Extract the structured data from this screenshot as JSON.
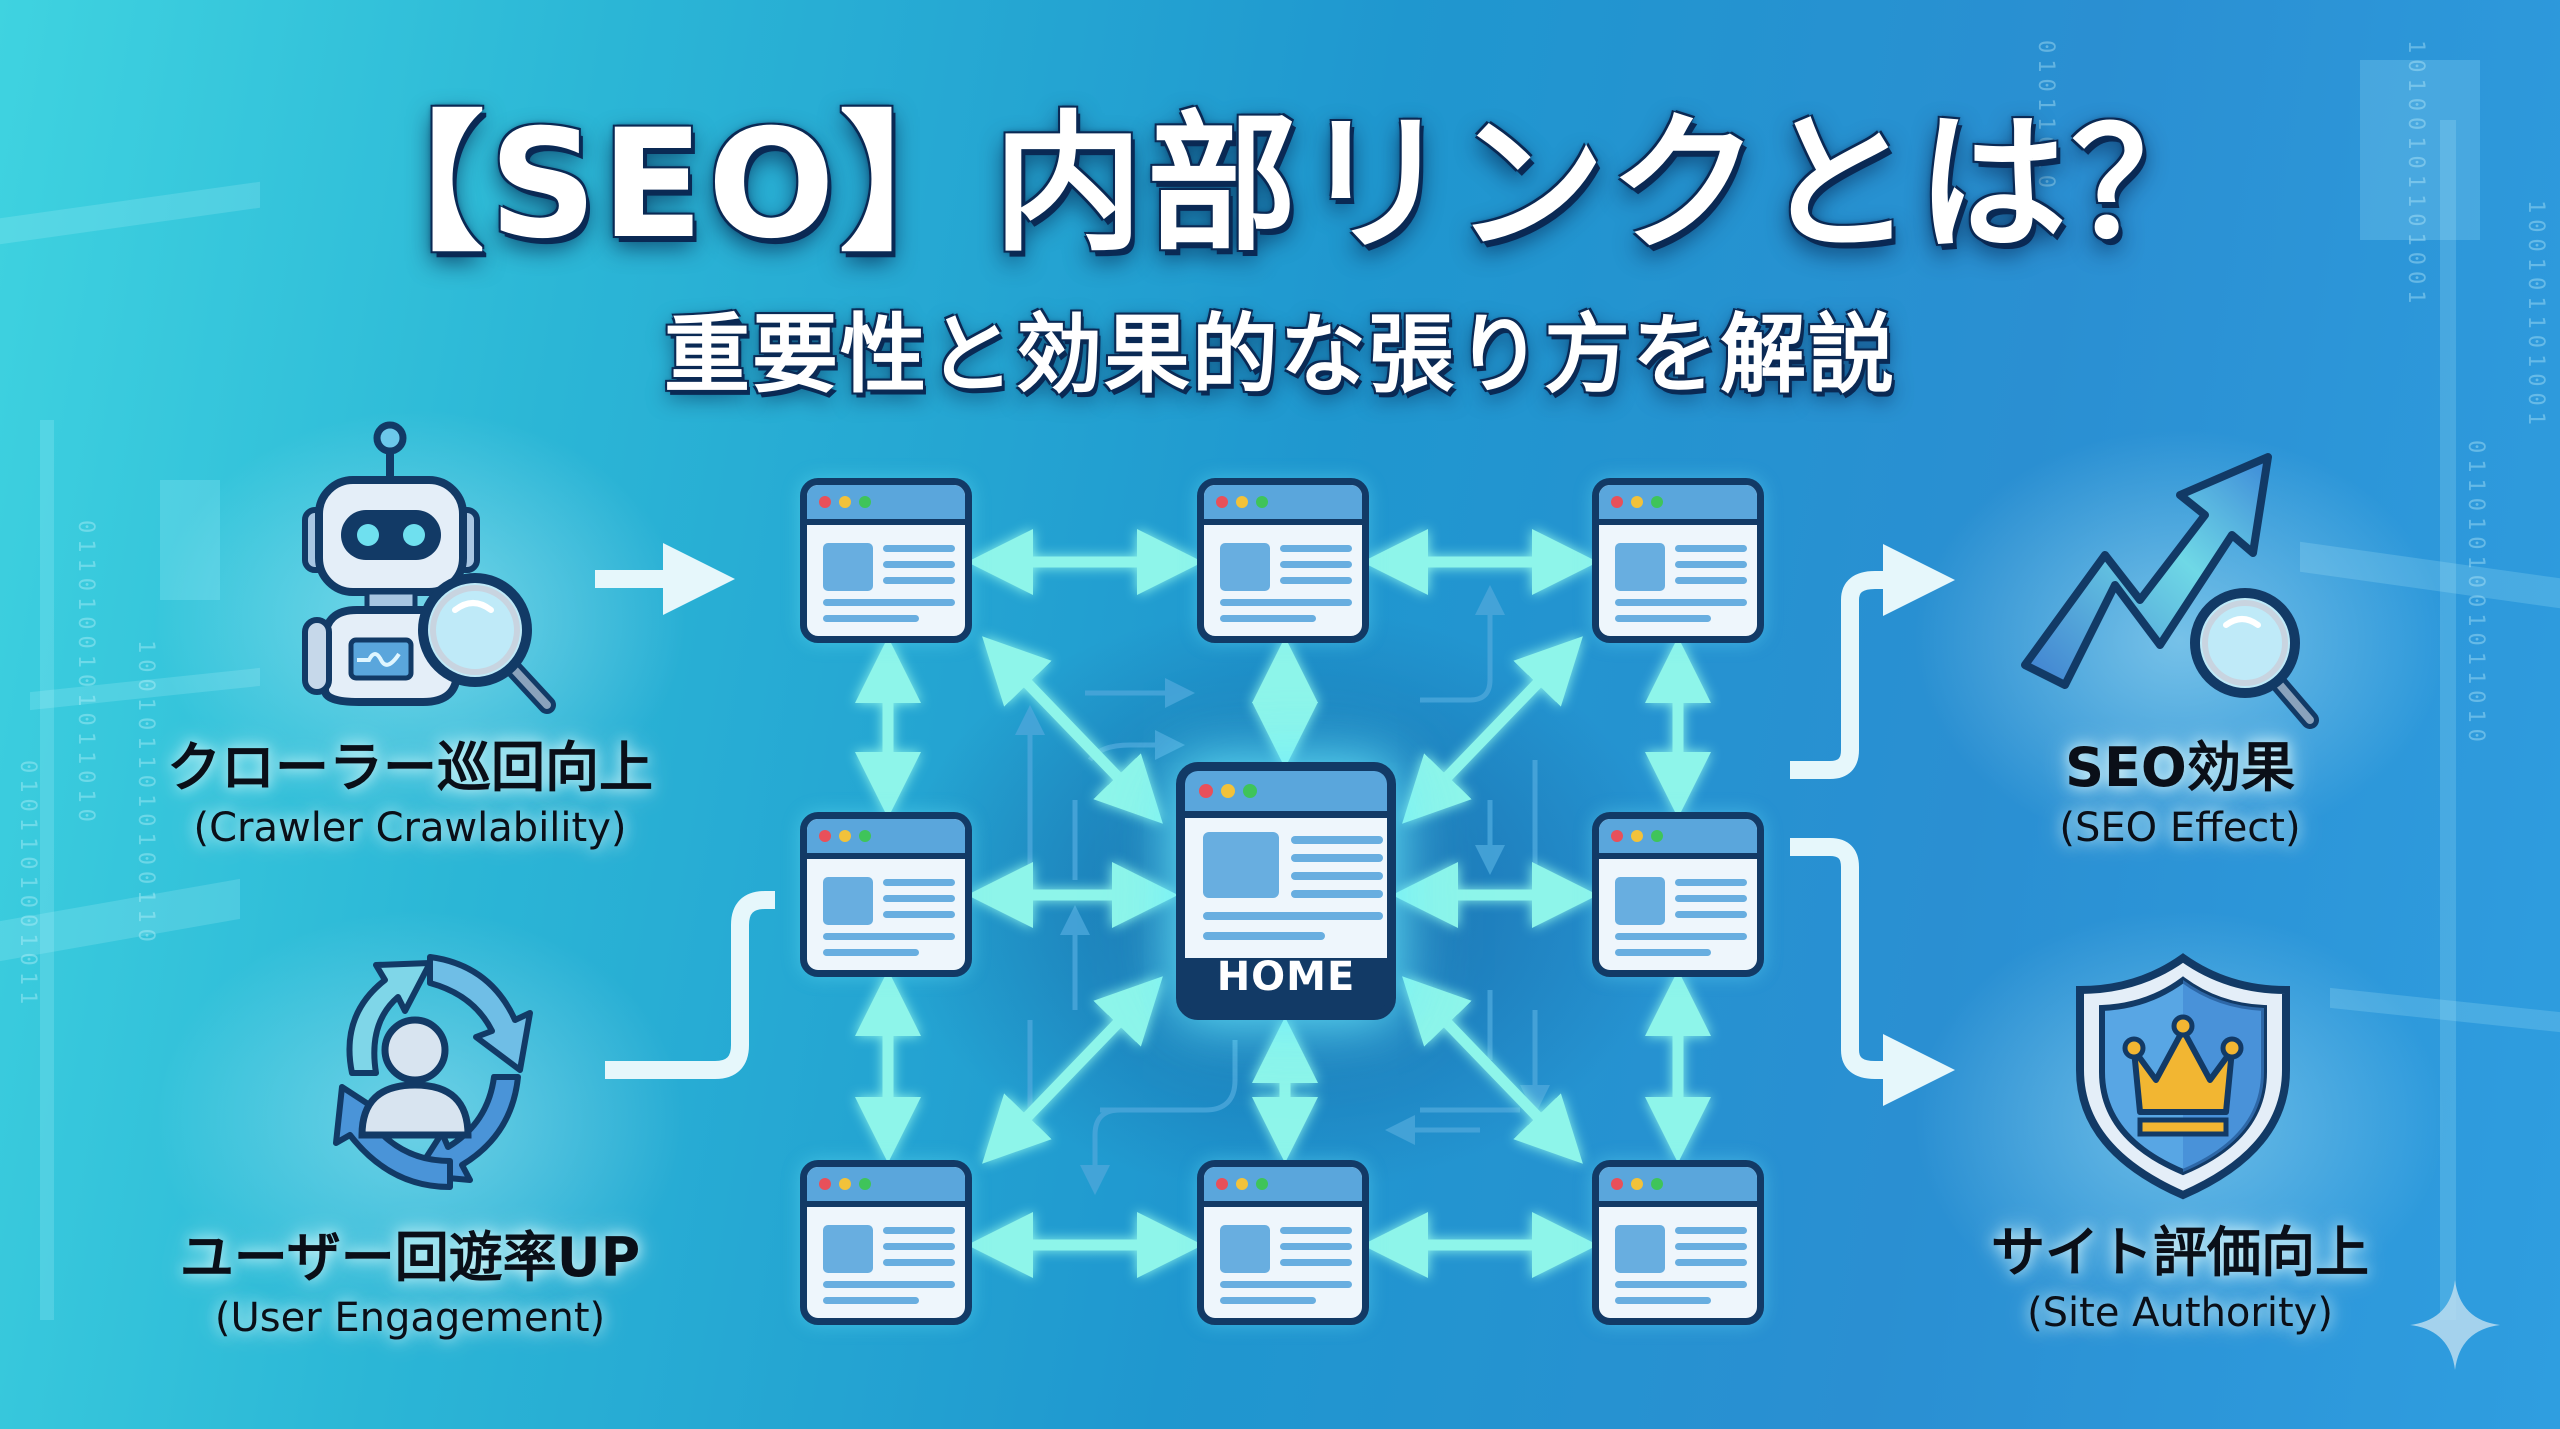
{
  "header": {
    "title": "【SEO】内部リンクとは？",
    "subtitle": "重要性と効果的な張り方を解説"
  },
  "left_features": [
    {
      "icon": "robot-crawler-magnifier-icon",
      "label_jp": "クローラー巡回向上",
      "label_en": "(Crawler Crawlability)"
    },
    {
      "icon": "user-cycle-arrows-icon",
      "label_jp": "ユーザー回遊率UP",
      "label_en": "(User Engagement)"
    }
  ],
  "right_features": [
    {
      "icon": "trend-up-arrow-magnifier-icon",
      "label_jp": "SEO効果",
      "label_en": "(SEO Effect)"
    },
    {
      "icon": "shield-crown-icon",
      "label_jp": "サイト評価向上",
      "label_en": "(Site Authority)"
    }
  ],
  "diagram": {
    "center_label": "HOME",
    "page_count": 8,
    "pages": [
      "top-left",
      "top-center",
      "top-right",
      "middle-left",
      "middle-right",
      "bottom-left",
      "bottom-center",
      "bottom-right"
    ],
    "link_style": "bidirectional-glowing-arrows"
  },
  "colors": {
    "background_start": "#3fd3e0",
    "background_end": "#1f97cf",
    "page_border": "#123a66",
    "page_bar": "#5aa6dc",
    "page_content": "#68aee0",
    "link_arrow": "#8ef5ea",
    "flow_arrow": "#e6f7fb",
    "crown": "#f2b632",
    "text_dark": "#0a0f18",
    "title_text": "#ffffff"
  },
  "decoration": {
    "sparkle_icon": "four-point-star-icon"
  }
}
